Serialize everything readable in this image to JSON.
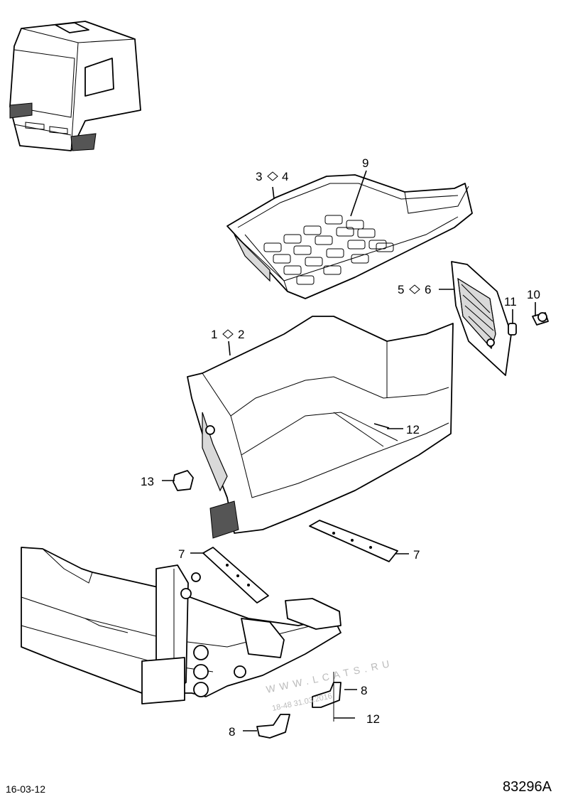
{
  "footer": {
    "date_code": "16-03-12",
    "drawing_ref": "83296A"
  },
  "watermark": {
    "site": "WWW.LCATS.RU",
    "stamp": "18-48 31.03.2016"
  },
  "callouts": {
    "c1_2": {
      "a": "1",
      "b": "2"
    },
    "c3_4": {
      "a": "3",
      "b": "4"
    },
    "c5_6": {
      "a": "5",
      "b": "6"
    },
    "c9": "9",
    "c10": "10",
    "c11": "11",
    "c12_top": "12",
    "c13": "13",
    "c7_left": "7",
    "c7_right": "7",
    "c8_right": "8",
    "c8_left": "8",
    "c12_bottom": "12"
  }
}
